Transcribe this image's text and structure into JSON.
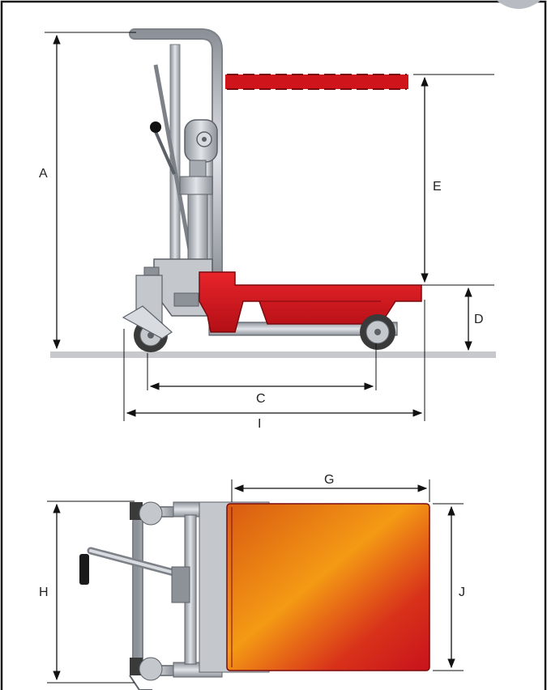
{
  "labels": {
    "A": "A",
    "E": "E",
    "D": "D",
    "C": "C",
    "I": "I",
    "G": "G",
    "H": "H",
    "J": "J"
  },
  "colors": {
    "frame_border": "#1a1a1a",
    "platform_red": "#d0141c",
    "steel": "#b8bcc2",
    "steel_dark": "#7d8289",
    "tire": "#3a3a3a",
    "ground": "#c7c9cc",
    "orange_gradient_start": "#d95a12",
    "orange_gradient_mid": "#f49a14",
    "orange_gradient_end": "#c8121c"
  }
}
